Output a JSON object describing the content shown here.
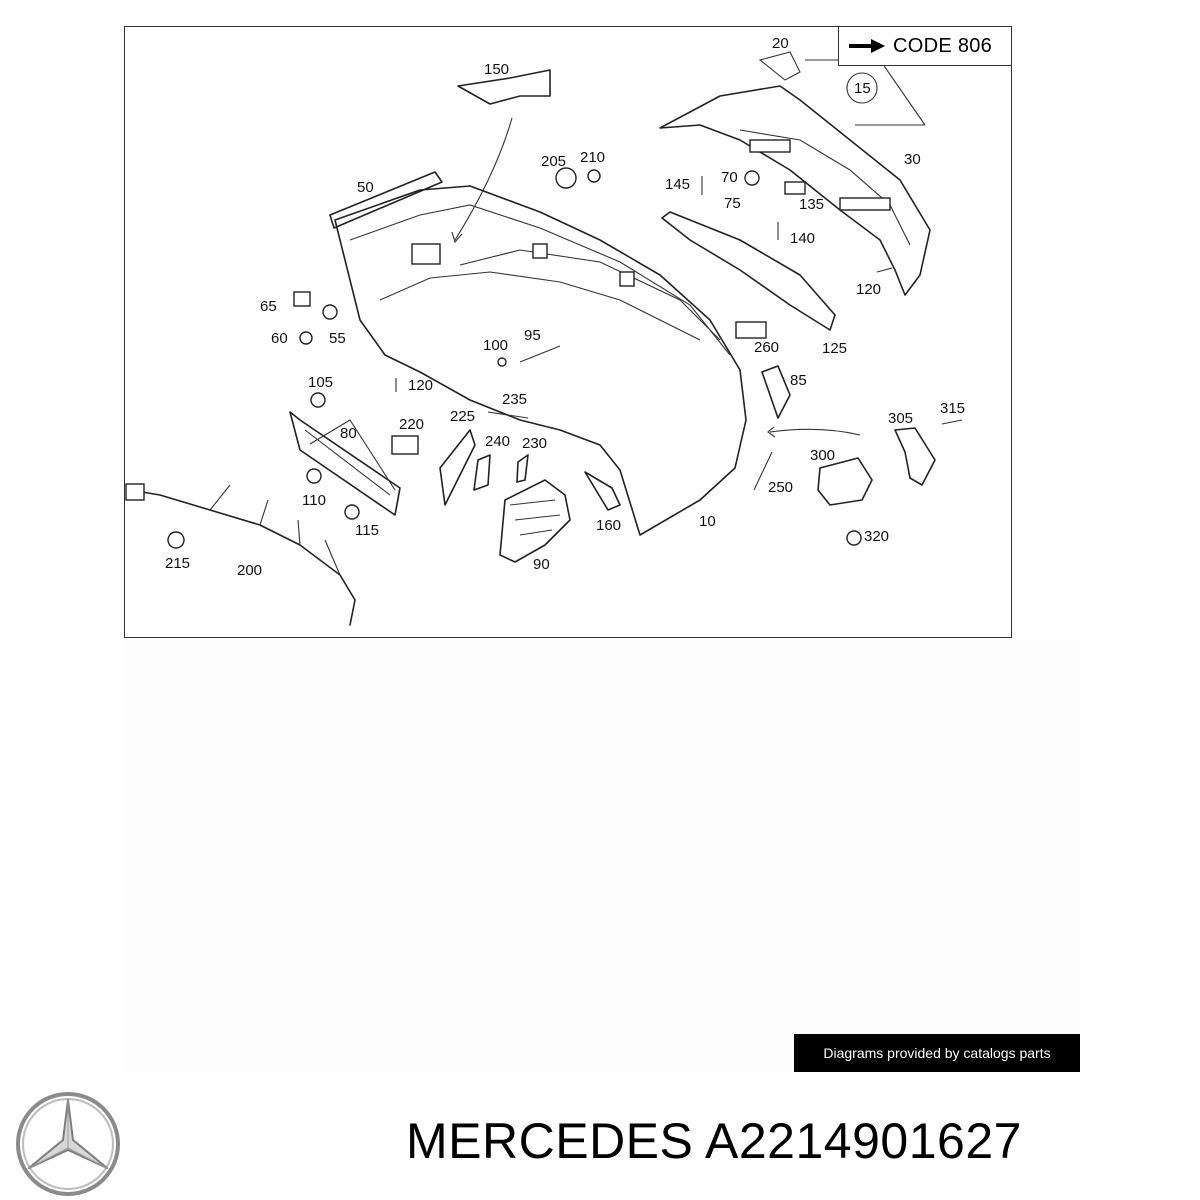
{
  "code_box": {
    "label": "CODE 806"
  },
  "callouts": [
    {
      "id": "callout-150",
      "text": "150"
    },
    {
      "id": "callout-20",
      "text": "20"
    },
    {
      "id": "callout-15",
      "text": "15"
    },
    {
      "id": "callout-30",
      "text": "30"
    },
    {
      "id": "callout-205",
      "text": "205"
    },
    {
      "id": "callout-210",
      "text": "210"
    },
    {
      "id": "callout-145",
      "text": "145"
    },
    {
      "id": "callout-70",
      "text": "70"
    },
    {
      "id": "callout-75",
      "text": "75"
    },
    {
      "id": "callout-135",
      "text": "135"
    },
    {
      "id": "callout-50",
      "text": "50"
    },
    {
      "id": "callout-140",
      "text": "140"
    },
    {
      "id": "callout-120a",
      "text": "120"
    },
    {
      "id": "callout-65",
      "text": "65"
    },
    {
      "id": "callout-60",
      "text": "60"
    },
    {
      "id": "callout-55",
      "text": "55"
    },
    {
      "id": "callout-95",
      "text": "95"
    },
    {
      "id": "callout-100",
      "text": "100"
    },
    {
      "id": "callout-260",
      "text": "260"
    },
    {
      "id": "callout-125",
      "text": "125"
    },
    {
      "id": "callout-105",
      "text": "105"
    },
    {
      "id": "callout-120b",
      "text": "120"
    },
    {
      "id": "callout-85",
      "text": "85"
    },
    {
      "id": "callout-235",
      "text": "235"
    },
    {
      "id": "callout-305",
      "text": "305"
    },
    {
      "id": "callout-315",
      "text": "315"
    },
    {
      "id": "callout-220",
      "text": "220"
    },
    {
      "id": "callout-225",
      "text": "225"
    },
    {
      "id": "callout-80",
      "text": "80"
    },
    {
      "id": "callout-240",
      "text": "240"
    },
    {
      "id": "callout-230",
      "text": "230"
    },
    {
      "id": "callout-300",
      "text": "300"
    },
    {
      "id": "callout-250",
      "text": "250"
    },
    {
      "id": "callout-110",
      "text": "110"
    },
    {
      "id": "callout-115",
      "text": "115"
    },
    {
      "id": "callout-160",
      "text": "160"
    },
    {
      "id": "callout-10",
      "text": "10"
    },
    {
      "id": "callout-215",
      "text": "215"
    },
    {
      "id": "callout-200",
      "text": "200"
    },
    {
      "id": "callout-90",
      "text": "90"
    },
    {
      "id": "callout-320",
      "text": "320"
    }
  ],
  "credit": "Diagrams provided by catalogs parts",
  "brand": {
    "name": "MERCEDES",
    "part_number": "A2214901627",
    "logo_icon": "mercedes-star-icon"
  }
}
